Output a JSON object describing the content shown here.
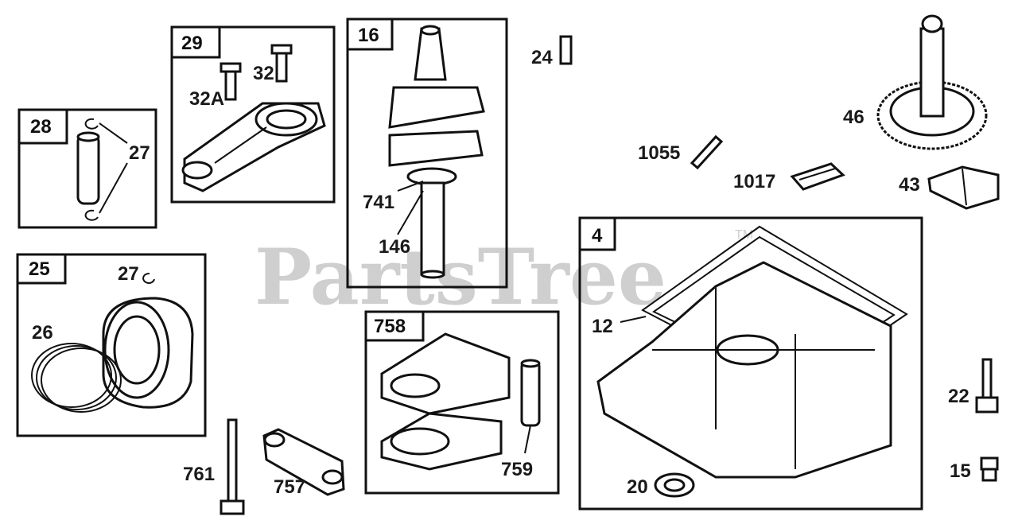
{
  "watermark": {
    "text": "PartsTree",
    "trademark": "TM"
  },
  "groups": [
    {
      "id": "g28",
      "number": "28",
      "labels": [
        "27"
      ]
    },
    {
      "id": "g29",
      "number": "29",
      "labels": [
        "32A",
        "32"
      ]
    },
    {
      "id": "g16",
      "number": "16",
      "labels": [
        "741",
        "146"
      ]
    },
    {
      "id": "g25",
      "number": "25",
      "labels": [
        "27",
        "26"
      ]
    },
    {
      "id": "g758",
      "number": "758",
      "labels": [
        "759"
      ]
    },
    {
      "id": "g4",
      "number": "4",
      "labels": [
        "12",
        "20"
      ]
    }
  ],
  "loose_labels": [
    "24",
    "46",
    "1055",
    "1017",
    "43",
    "22",
    "15",
    "761",
    "757"
  ]
}
